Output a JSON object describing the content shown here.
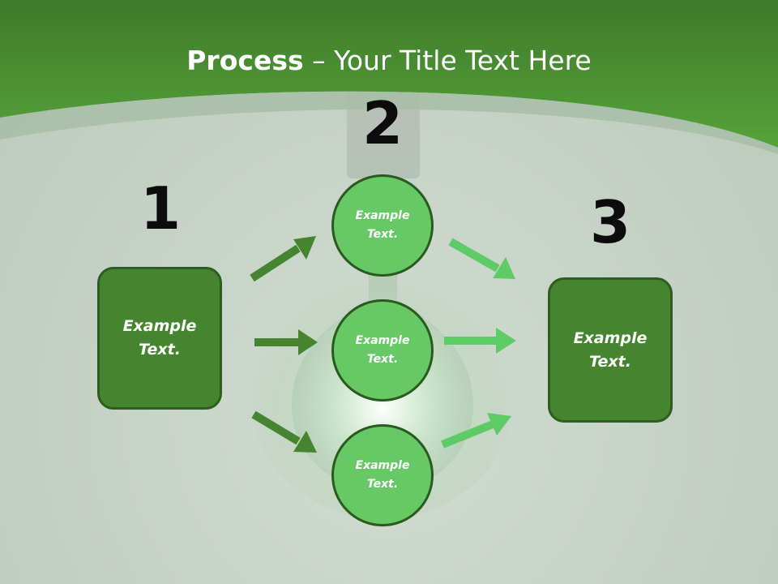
{
  "title": {
    "bold": "Process",
    "rest": " – Your Title Text Here"
  },
  "steps": [
    {
      "number": "1",
      "label": "Example Text."
    },
    {
      "number": "2",
      "labels": [
        "Example Text.",
        "Example Text.",
        "Example Text."
      ]
    },
    {
      "number": "3",
      "label": "Example Text."
    }
  ],
  "colors": {
    "header_green": "#4e9a35",
    "box_fill": "#468530",
    "circle_fill": "#66c966",
    "arrow_dark": "#468530",
    "arrow_light": "#5ecb66"
  }
}
